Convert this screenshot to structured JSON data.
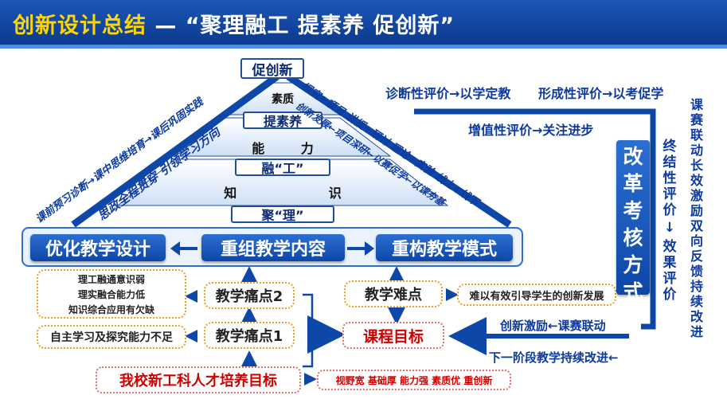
{
  "title": {
    "main": "创新设计总结",
    "dash": "—",
    "subtitle": "“聚理融工 提素养 促创新”"
  },
  "pyramid": {
    "top": "促创新",
    "level1_label": "素质",
    "level1_box": "提素养",
    "level2_label": "能 力",
    "level2_box": "融“工”",
    "level3_label": "知 识",
    "level3_box": "聚“理”"
  },
  "left_slope": {
    "outer": "课前预习诊断→课中思维培育→课后巩固实践",
    "inner": "思政全程贯穿 引领学习方向"
  },
  "right_slope": {
    "outer": "探究+项目 讲授+研讨 理论+实验 线上+线下",
    "inner": "创新发展←项目深研←以赛促学←以课夯基"
  },
  "row": {
    "left": "优化教学设计",
    "center": "重组教学内容",
    "right": "重构教学模式"
  },
  "pain2": {
    "label": "教学痛点2",
    "items": [
      "理工融通意识弱",
      "理实融合能力低",
      "知识综合应用有欠缺"
    ]
  },
  "pain1": {
    "label": "教学痛点1",
    "desc": "自主学习及探究能力不足"
  },
  "difficulty": {
    "label": "教学难点",
    "desc": "难以有效引导学生的创新发展"
  },
  "goal": "课程目标",
  "talent": {
    "label": "我校新工科人才培养目标",
    "traits": "视野宽 基础厚 能力强 素质优 重创新"
  },
  "evaluation": {
    "diagnostic": "诊断性评价→以学定教",
    "formative": "形成性评价→以考促学",
    "value_added": "增值性评价→关注进步",
    "reform": "改革考核方式",
    "summative": "终结性评价",
    "arrow": "↓",
    "effect": "效果评价",
    "feedback": "课赛联动长效激励 双向反馈持续改进",
    "innovation": "创新激励←课赛联动",
    "next": "下一阶段教学持续改进←"
  },
  "colors": {
    "primary": "#0d47a8",
    "accent_red": "#d00000",
    "dotted_yellow": "#f0a020"
  }
}
